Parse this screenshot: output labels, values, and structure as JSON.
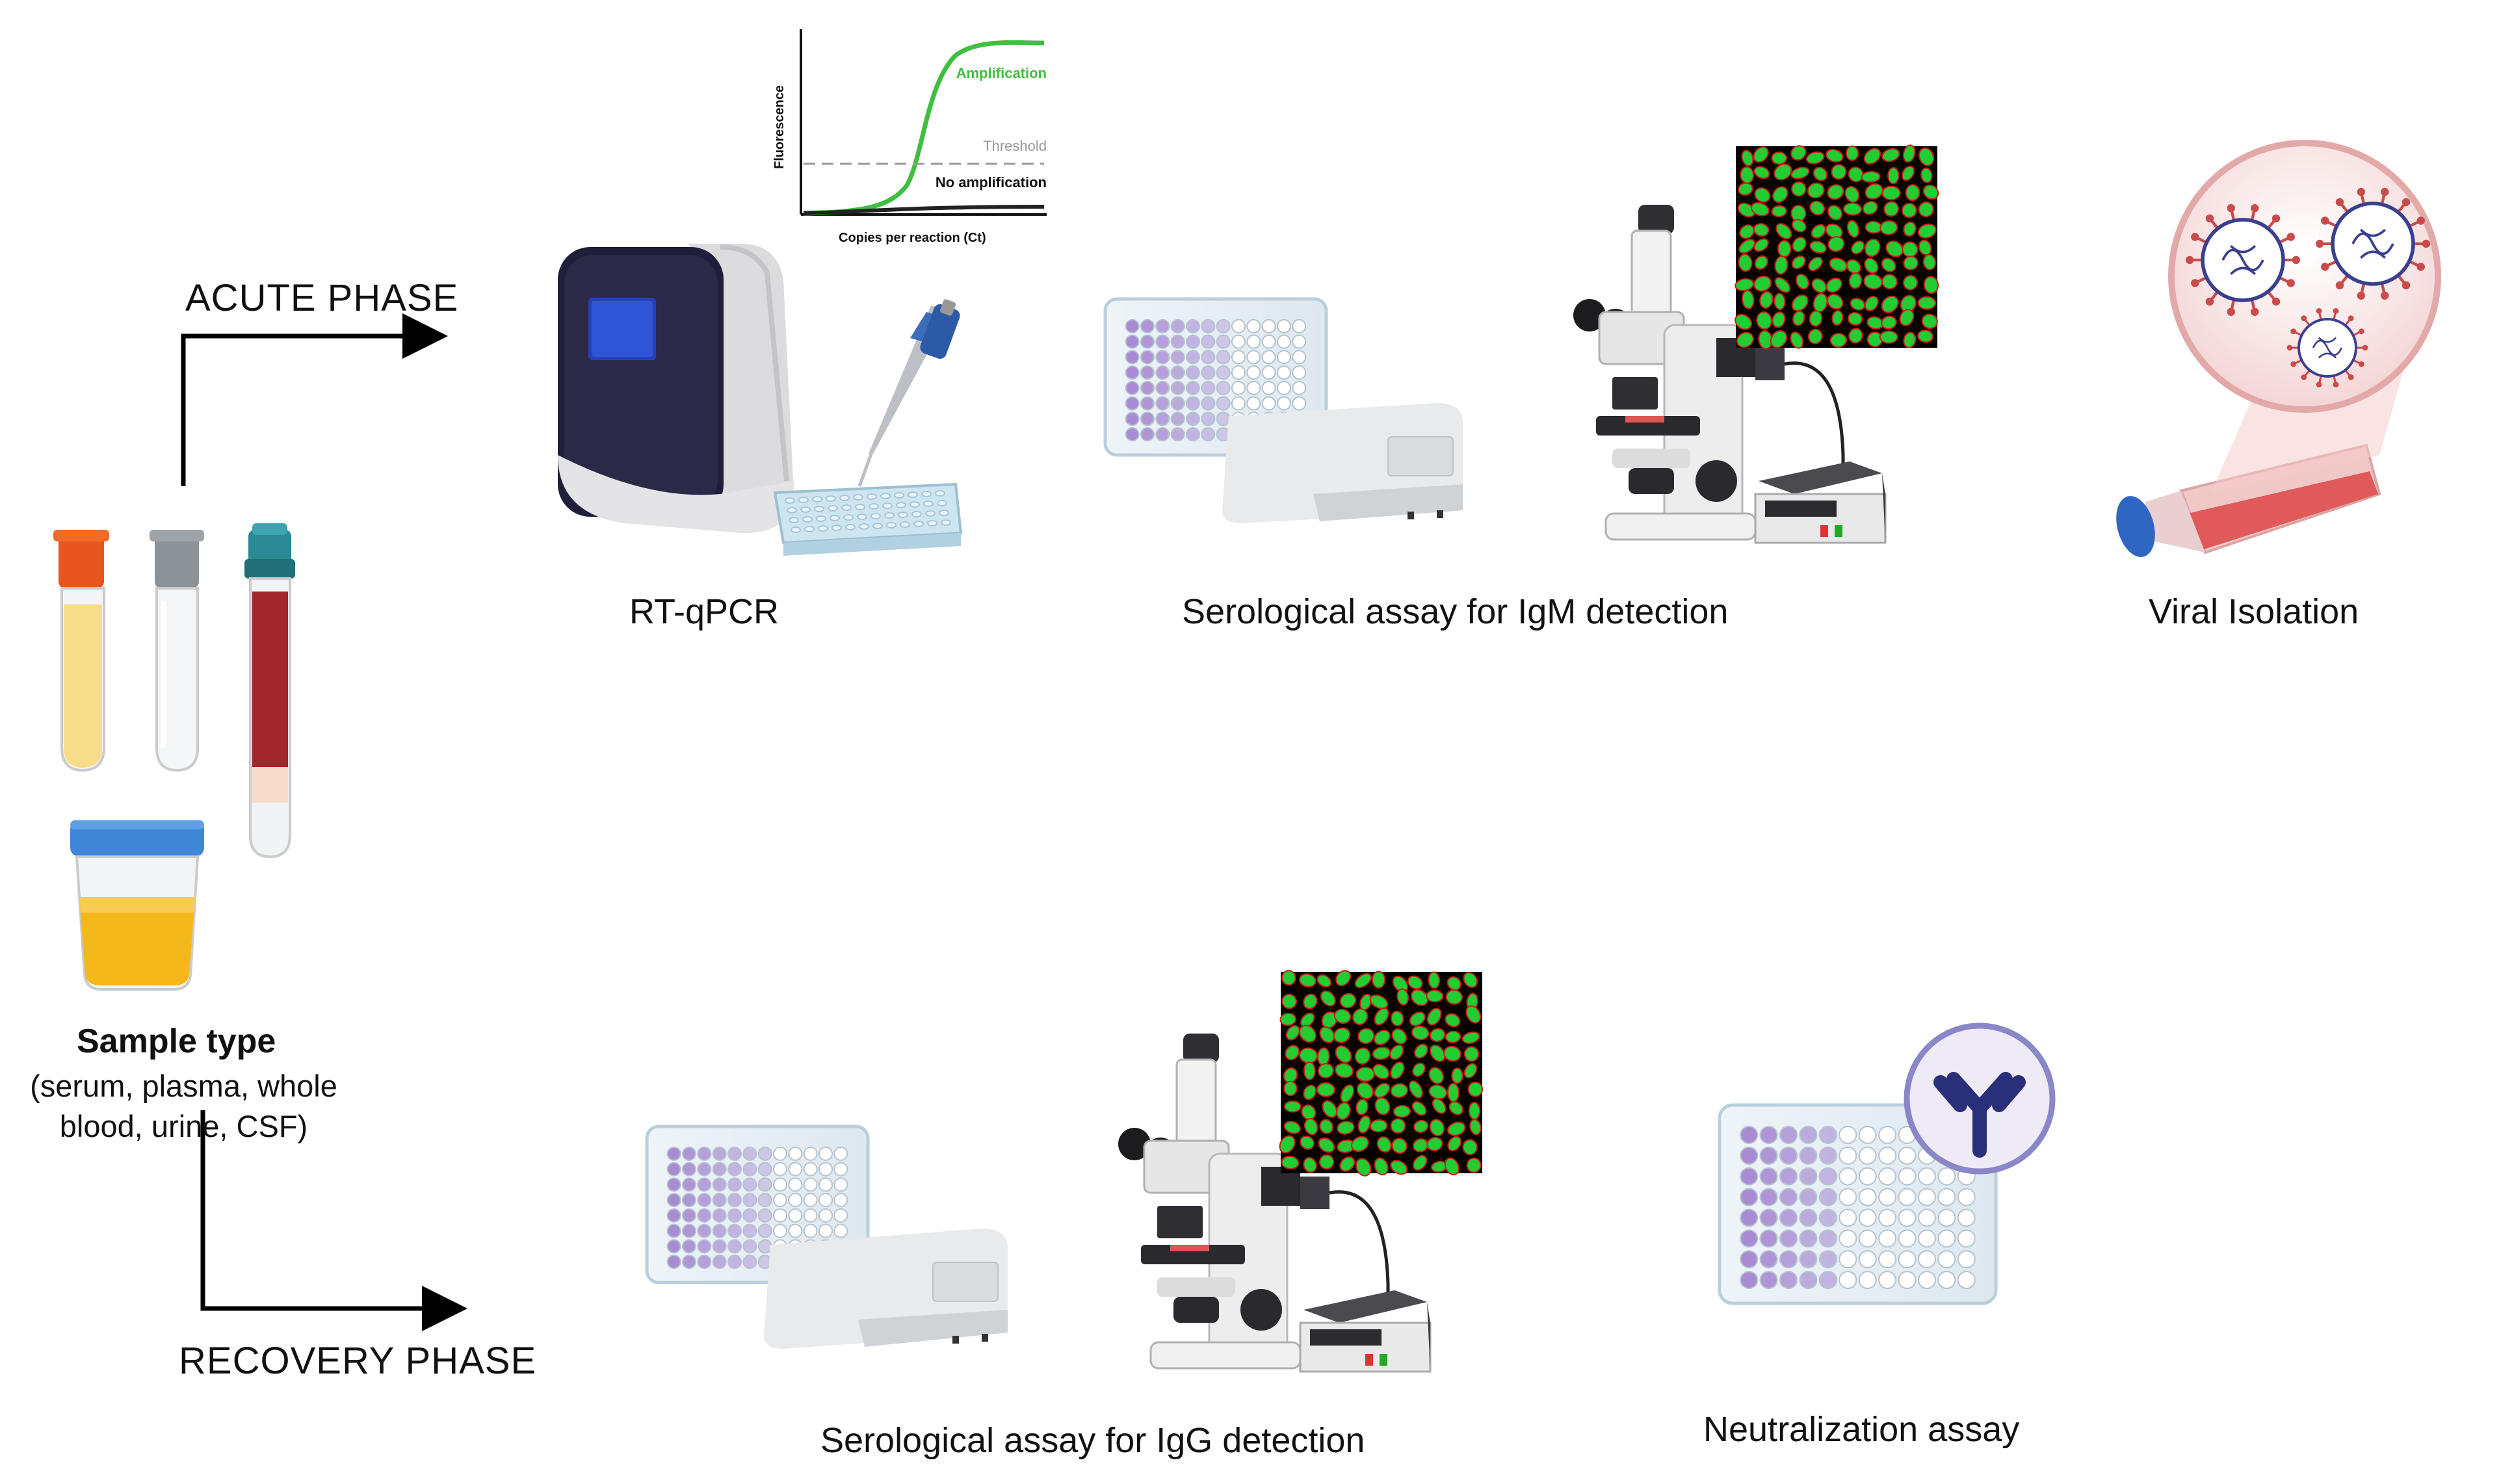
{
  "phases": {
    "acute": "ACUTE PHASE",
    "recovery": "RECOVERY PHASE"
  },
  "sample": {
    "title": "Sample type",
    "subtitle": "(serum, plasma, whole blood, urine, CSF)"
  },
  "methods": {
    "rtqpcr": "RT-qPCR",
    "igm": "Serological assay for IgM detection",
    "viral_isolation": "Viral Isolation",
    "igg": "Serological assay for IgG detection",
    "neutralization": "Neutralization assay"
  },
  "pcr_plot": {
    "amplification": "Amplification",
    "threshold": "Threshold",
    "no_amplification": "No amplification",
    "ylabel": "Fluorescence",
    "xlabel": "Copies per reaction (Ct)"
  },
  "colors": {
    "amplification_curve": "#3fbf3f",
    "cells_fill": "#22cc33",
    "cells_background": "#000000",
    "membrane": "#d01818",
    "plate_wells": "#a98bd3",
    "blood": "#a3262c",
    "urine": "#f5b81a",
    "serum": "#f7dc8c",
    "culture_medium": "#e05a5a",
    "virus": "#3a3f8e",
    "antibody": "#2a2f7a"
  }
}
